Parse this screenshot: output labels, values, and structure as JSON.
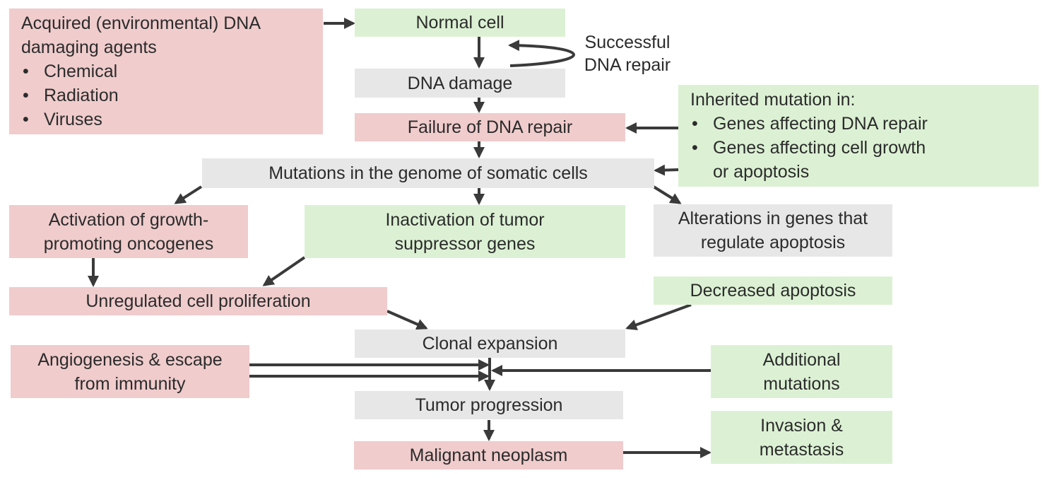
{
  "environmental": {
    "title_line1": "Acquired (environmental) DNA",
    "title_line2": "damaging agents",
    "items": [
      "Chemical",
      "Radiation",
      "Viruses"
    ]
  },
  "normal_cell": "Normal cell",
  "successful_repair": {
    "line1": "Successful",
    "line2": "DNA repair"
  },
  "dna_damage": "DNA damage",
  "failure_repair": "Failure of DNA repair",
  "inherited": {
    "title": "Inherited mutation in:",
    "items": [
      "Genes affecting DNA repair",
      "Genes affecting cell growth"
    ],
    "item2_continued": "or apoptosis"
  },
  "mutations": "Mutations in the genome of somatic cells",
  "activation": {
    "line1": "Activation of growth-",
    "line2": "promoting oncogenes"
  },
  "inactivation": {
    "line1": "Inactivation of tumor",
    "line2": "suppressor genes"
  },
  "alterations": {
    "line1": "Alterations in genes that",
    "line2": "regulate apoptosis"
  },
  "unregulated": "Unregulated cell proliferation",
  "decreased_apoptosis": "Decreased apoptosis",
  "clonal_expansion": "Clonal expansion",
  "angiogenesis": {
    "line1": "Angiogenesis & escape",
    "line2": "from immunity"
  },
  "additional_mutations": {
    "line1": "Additional",
    "line2": "mutations"
  },
  "tumor_progression": "Tumor progression",
  "malignant_neoplasm": "Malignant neoplasm",
  "invasion": {
    "line1": "Invasion &",
    "line2": "metastasis"
  },
  "colors": {
    "red": "#f0cccc",
    "green": "#dcf1d4",
    "gray": "#e7e7e7",
    "arrow": "#3a3a3a"
  }
}
